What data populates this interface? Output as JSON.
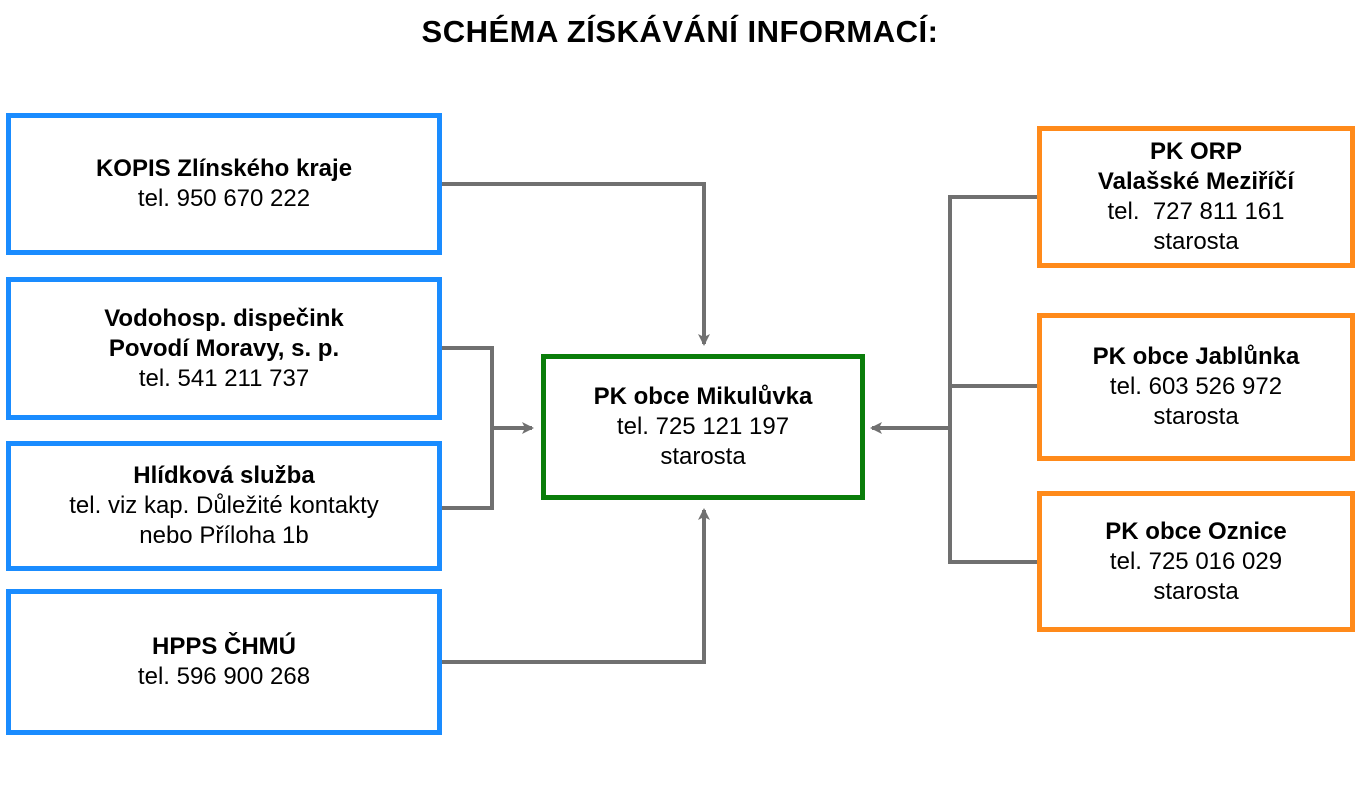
{
  "title": "SCHÉMA ZÍSKÁVÁNÍ INFORMACÍ:",
  "center": {
    "name": "PK obce Mikulůvka",
    "lines": [
      "tel. 725 121 197",
      "starosta"
    ]
  },
  "left_boxes": [
    {
      "name_lines": [
        "KOPIS Zlínského kraje"
      ],
      "lines": [
        "tel. 950 670 222"
      ]
    },
    {
      "name_lines": [
        "Vodohosp. dispečink",
        "Povodí Moravy, s. p."
      ],
      "lines": [
        "tel. 541 211 737"
      ]
    },
    {
      "name_lines": [
        "Hlídková služba"
      ],
      "lines": [
        "tel. viz kap. Důležité kontakty",
        "nebo Příloha 1b"
      ]
    },
    {
      "name_lines": [
        "HPPS ČHMÚ"
      ],
      "lines": [
        "tel. 596 900 268"
      ]
    }
  ],
  "right_boxes": [
    {
      "name_lines": [
        "PK ORP",
        "Valašské Meziříčí"
      ],
      "lines": [
        "tel.  727 811 161",
        "starosta"
      ]
    },
    {
      "name_lines": [
        "PK obce Jablůnka"
      ],
      "lines": [
        "tel. 603 526 972",
        "starosta"
      ]
    },
    {
      "name_lines": [
        "PK obce Oznice"
      ],
      "lines": [
        "tel. 725 016 029",
        "starosta"
      ]
    }
  ],
  "colors": {
    "left_border": "#1a8cff",
    "right_border": "#ff8a1a",
    "center_border": "#0a7d0a",
    "connector": "#707070"
  }
}
